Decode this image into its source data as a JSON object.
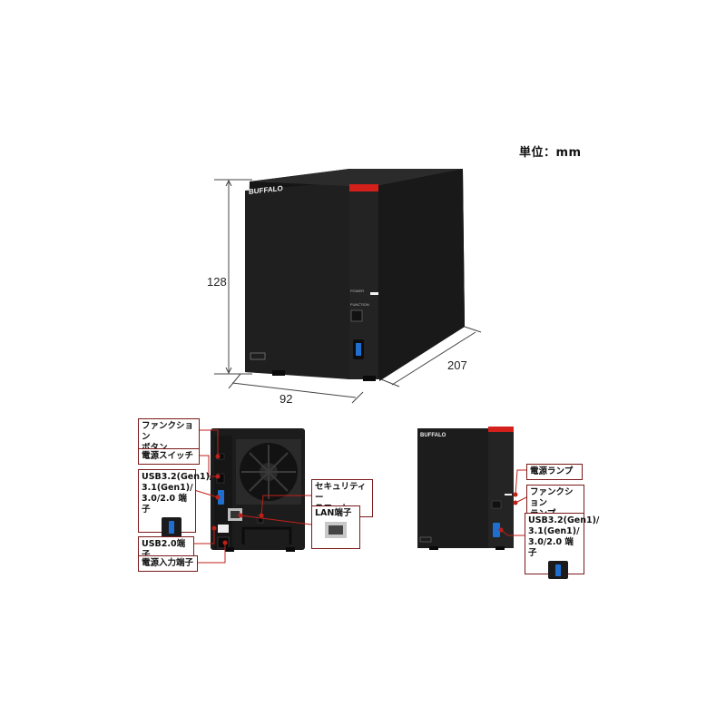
{
  "unit_label": "単位：mm",
  "dimensions": {
    "height": "128",
    "width": "92",
    "depth": "207"
  },
  "device": {
    "brand": "BUFFALO",
    "front_labels": [
      "POWER",
      "FUNCTION"
    ]
  },
  "rear_callouts": {
    "function_button": [
      "ファンクション",
      "ボタン"
    ],
    "power_switch": [
      "電源スイッチ"
    ],
    "usb32": [
      "USB3.2(Gen1)/",
      "3.1(Gen1)/",
      "3.0/2.0 端子"
    ],
    "usb20": [
      "USB2.0端子"
    ],
    "power_input": [
      "電源入力端子"
    ],
    "security_slot": [
      "セキュリティー",
      "スロット"
    ],
    "lan": [
      "LAN端子"
    ]
  },
  "front_callouts": {
    "power_lamp": [
      "電源ランプ"
    ],
    "function_lamp": [
      "ファンクション",
      "ランプ"
    ],
    "usb32": [
      "USB3.2(Gen1)/",
      "3.1(Gen1)/",
      "3.0/2.0 端子"
    ]
  },
  "colors": {
    "body": "#1e1e1e",
    "accent_red": "#d4201a",
    "usb_blue": "#1f6fd1",
    "callout_border": "#7a1a1a",
    "leader_red": "#c0201a"
  }
}
